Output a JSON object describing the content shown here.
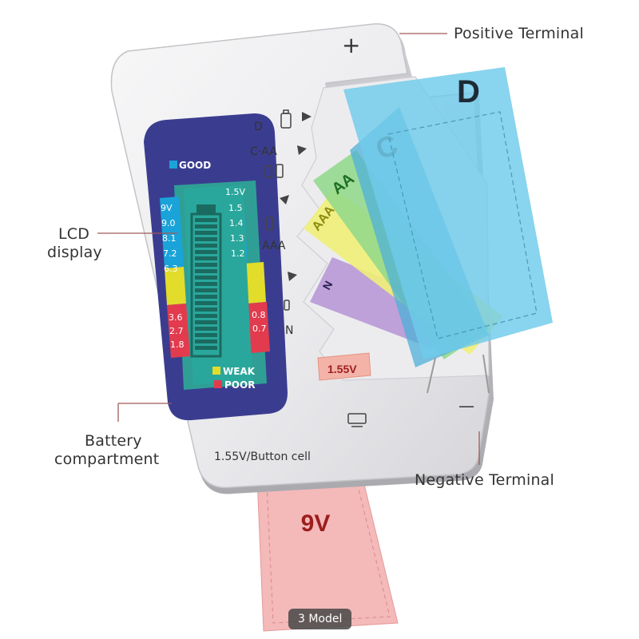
{
  "callouts": {
    "positive_terminal": "Positive Terminal",
    "negative_terminal": "Negative Terminal",
    "lcd_display_line1": "LCD",
    "lcd_display_line2": "display",
    "battery_compartment_line1": "Battery",
    "battery_compartment_line2": "compartment"
  },
  "device": {
    "plus_symbol": "+",
    "minus_symbol": "—",
    "bottom_label": "1.55V/Button cell",
    "slot_labels": {
      "d": "D",
      "c_aa": "C·AA",
      "aaa": "AAA",
      "n": "N"
    },
    "button_cell_tag": "1.55V"
  },
  "lcd": {
    "good_label": "GOOD",
    "weak_label": "WEAK",
    "poor_label": "POOR",
    "left_scale": [
      "9V",
      "9.0",
      "8.1",
      "7.2",
      "6.3",
      "",
      "3.6",
      "2.7",
      "1.8"
    ],
    "right_scale": [
      "1.5V",
      "1.5",
      "1.4",
      "1.3",
      "1.2",
      "",
      "0.8",
      "0.7",
      ""
    ]
  },
  "batteries": {
    "d": "D",
    "c": "C",
    "aa": "AA",
    "aaa": "AAA",
    "n": "N",
    "nine_v": "9V"
  },
  "badge": "3 Model",
  "colors": {
    "d_battery": "#6fcbea",
    "c_battery": "#4fb0d8",
    "aa_battery": "#8fd88a",
    "aaa_battery": "#f1ef78",
    "n_battery": "#b89ad6",
    "nine_v_battery": "#f4b9b9",
    "lcd_panel": "#3a3d8f",
    "lcd_screen": "#2f9f95",
    "good": "#1aa3d9",
    "weak": "#e2dc2a",
    "poor": "#e23b4e",
    "callout_line": "#a05a5a"
  }
}
